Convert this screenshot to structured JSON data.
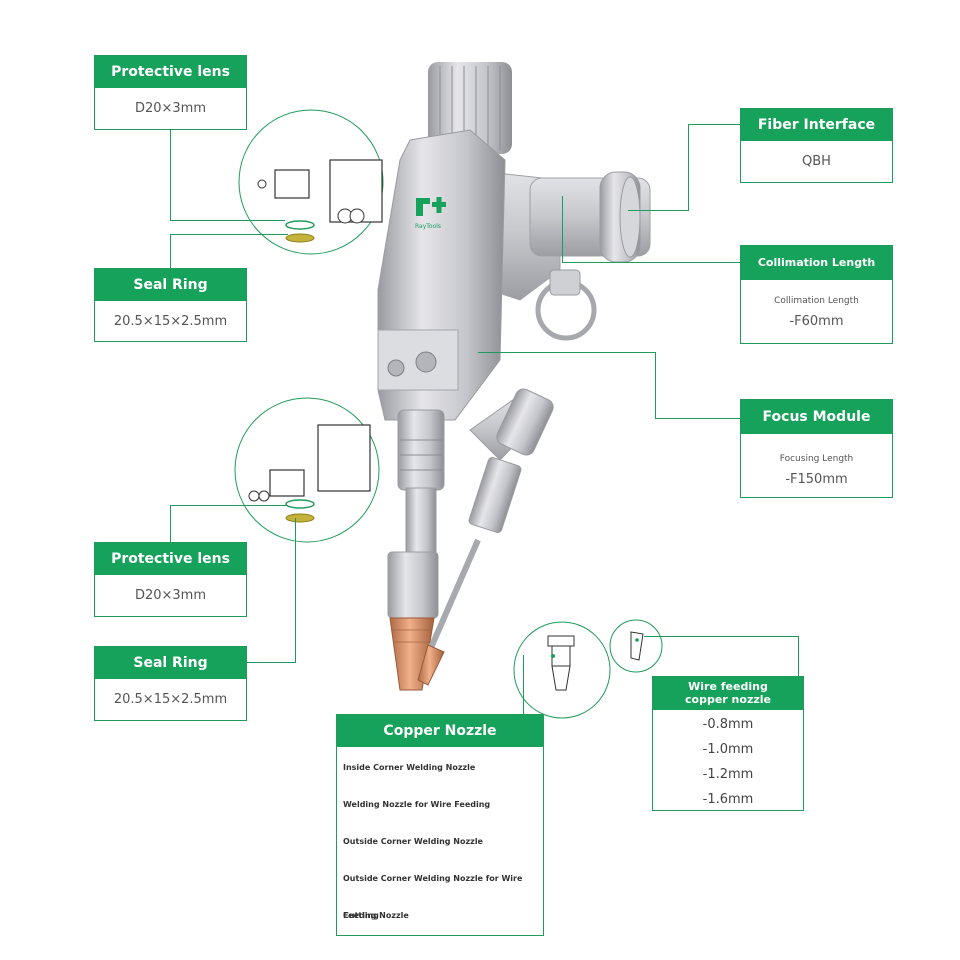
{
  "labels": {
    "protective_lens_top": {
      "title": "Protective lens",
      "value": "D20×3mm"
    },
    "seal_ring_top": {
      "title": "Seal Ring",
      "value": "20.5×15×2.5mm"
    },
    "protective_lens_bottom": {
      "title": "Protective lens",
      "value": "D20×3mm"
    },
    "seal_ring_bottom": {
      "title": "Seal Ring",
      "value": "20.5×15×2.5mm"
    },
    "fiber_interface": {
      "title": "Fiber Interface",
      "value": "QBH"
    },
    "collimation_length": {
      "title": "Collimation Length",
      "subtitle": "Collimation Length",
      "value": "-F60mm"
    },
    "focus_module": {
      "title": "Focus Module",
      "subtitle": "Focusing Length",
      "value": "-F150mm"
    },
    "copper_nozzle": {
      "title": "Copper Nozzle",
      "items": [
        "Inside Corner Welding Nozzle",
        "Welding Nozzle for Wire Feeding",
        "Outside Corner Welding Nozzle",
        "Outside Corner Welding Nozzle for Wire Feeding",
        "Cutting Nozzle"
      ]
    },
    "wire_feeding": {
      "title_line1": "Wire feeding",
      "title_line2": "copper nozzle",
      "items": [
        "-0.8mm",
        "-1.0mm",
        "-1.2mm",
        "-1.6mm"
      ]
    }
  },
  "logo": {
    "text": "RayTools"
  },
  "colors": {
    "accent": "#16a25b",
    "copper": "#d98b5f",
    "metal": "#c8c8cc"
  }
}
